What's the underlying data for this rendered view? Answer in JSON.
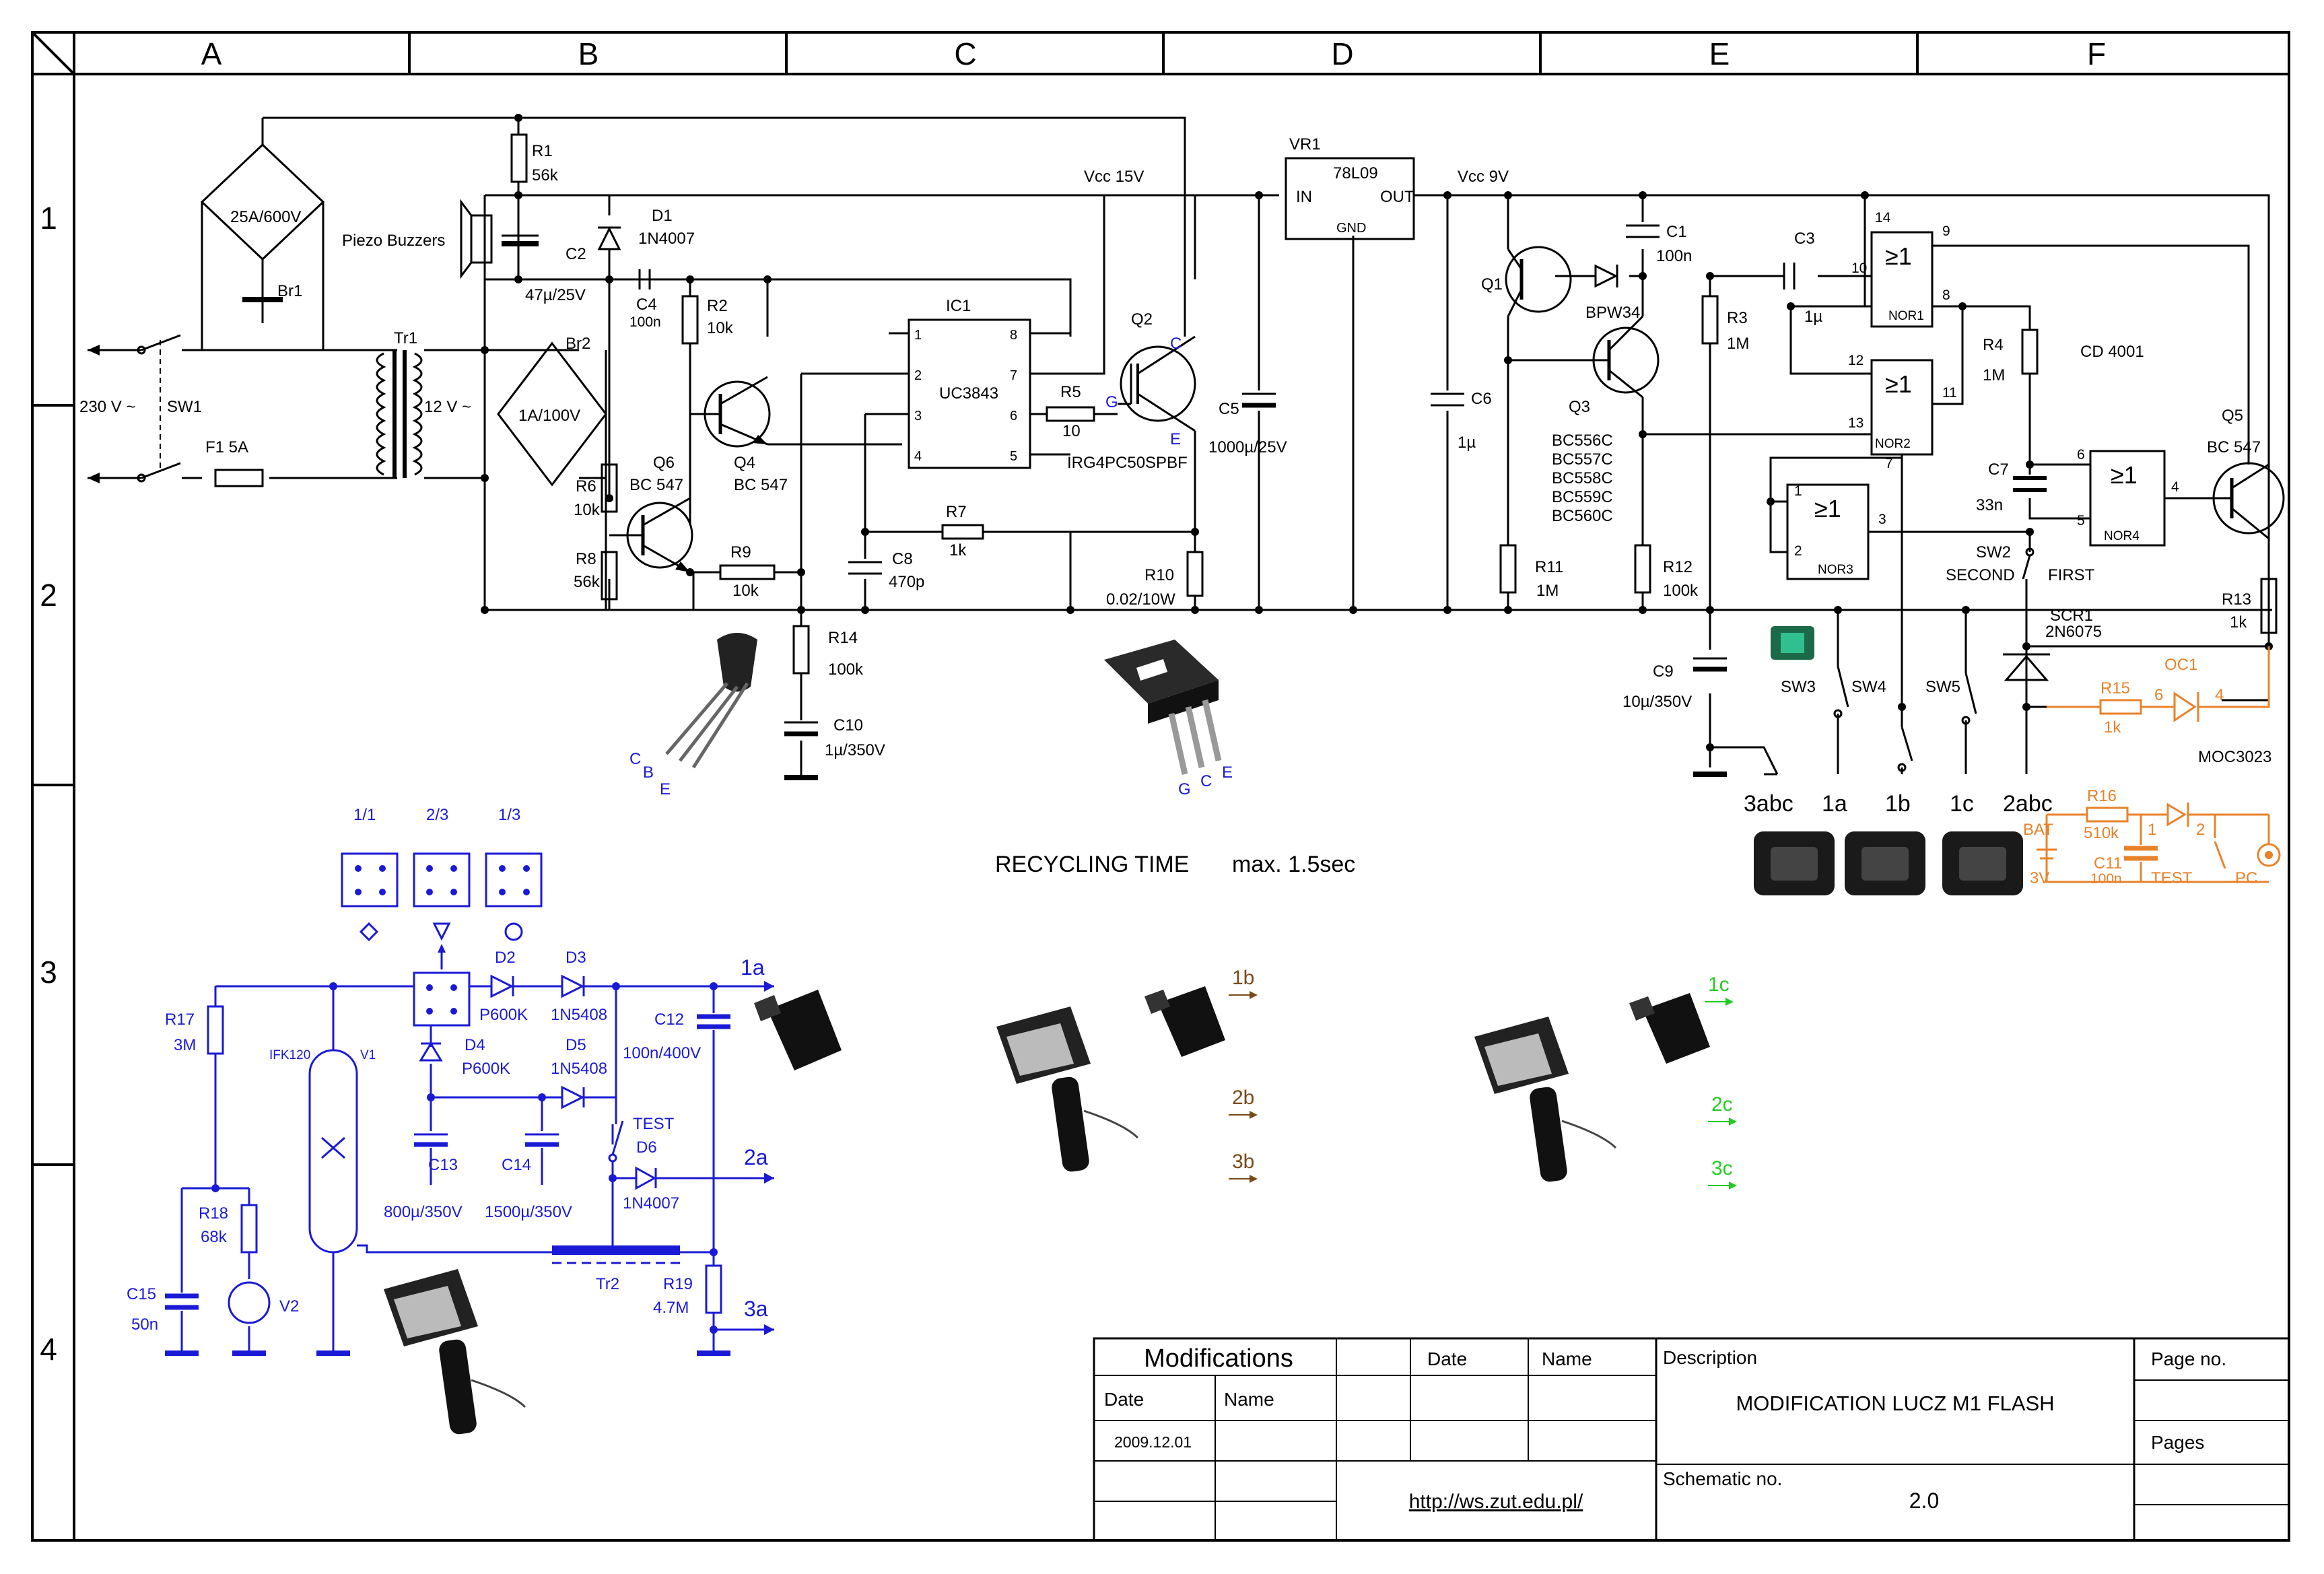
{
  "columns": [
    "A",
    "B",
    "C",
    "D",
    "E",
    "F"
  ],
  "rows": [
    "1",
    "2",
    "3",
    "4"
  ],
  "title_block": {
    "modifications": "Modifications",
    "date_label": "Date",
    "name_label": "Name",
    "date_label_2": "Date",
    "name_label_2": "Name",
    "date_value": "2009.12.01",
    "description_label": "Description",
    "description": "MODIFICATION  LUCZ M1 FLASH",
    "page_no_label": "Page no.",
    "pages_label": "Pages",
    "url": "http://ws.zut.edu.pl/",
    "schematic_no_label": "Schematic no.",
    "schematic_no": "2.0"
  },
  "recycling": {
    "label": "RECYCLING TIME",
    "value": "max. 1.5sec"
  },
  "labels": {
    "r1": "R1",
    "r1v": "56k",
    "piezo": "Piezo Buzzers",
    "c2": "C2",
    "c2v": "47µ/25V",
    "d1": "D1",
    "d1v": "1N4007",
    "vcc15": "Vcc 15V",
    "vr1": "VR1",
    "vr1v": "78L09",
    "in": "IN",
    "out": "OUT",
    "gnd": "GND",
    "vcc9": "Vcc 9V",
    "br1": "Br1",
    "br1v": "25A/600V",
    "tr1": "Tr1",
    "br2": "Br2",
    "br2v": "1A/100V",
    "v230": "230 V ~",
    "v12": "12 V ~",
    "sw1": "SW1",
    "f1": "F1  5A",
    "c4": "C4",
    "c4v": "100n",
    "r2": "R2",
    "r2v": "10k",
    "ic1": "IC1",
    "uc": "UC3843",
    "q2": "Q2",
    "q4": "Q4",
    "q4v": "BC 547",
    "q6": "Q6",
    "q6v": "BC 547",
    "r5": "R5",
    "r5v": "10",
    "igbt": "IRG4PC50SPBF",
    "c5": "C5",
    "c5v": "1000µ/25V",
    "r6": "R6",
    "r6v": "10k",
    "r8": "R8",
    "r8v": "56k",
    "r9": "R9",
    "r9v": "10k",
    "r7": "R7",
    "r7v": "1k",
    "c8": "C8",
    "c8v": "470p",
    "r10": "R10",
    "r10v": "0.02/10W",
    "r14": "R14",
    "r14v": "100k",
    "c10": "C10",
    "c10v": "1µ/350V",
    "c6": "C6",
    "c6v": "1µ",
    "q1": "Q1",
    "c1": "C1",
    "c1v": "100n",
    "bpw": "BPW34",
    "q3": "Q3",
    "q3a": "BC556C",
    "q3b": "BC557C",
    "q3c": "BC558C",
    "q3d": "BC559C",
    "q3e": "BC560C",
    "r11": "R11",
    "r11v": "1M",
    "r12": "R12",
    "r12v": "100k",
    "c3": "C3",
    "c3v": "1µ",
    "r3": "R3",
    "r3v": "1M",
    "nor1": "NOR1",
    "nor2": "NOR2",
    "nor3": "NOR3",
    "nor4": "NOR4",
    "cd": "CD 4001",
    "r4": "R4",
    "r4v": "1M",
    "c7": "C7",
    "c7v": "33n",
    "q5": "Q5",
    "q5v": "BC 547",
    "ge": "≥1",
    "sw2": "SW2",
    "second": "SECOND",
    "first": "FIRST",
    "scr1": "SCR1",
    "scr1v": "2N6075",
    "r13": "R13",
    "r13v": "1k",
    "oc1": "OC1",
    "r15": "R15",
    "r15v": "1k",
    "moc": "MOC3023",
    "c9": "C9",
    "c9v": "10µ/350V",
    "sw3": "SW3",
    "sw4": "SW4",
    "sw5": "SW5",
    "c_b": "C",
    "b_b": "B",
    "e_b": "E",
    "g2": "G",
    "c2l": "C",
    "e2": "E",
    "gp": "G",
    "cp": "C",
    "ep": "E",
    "p14": "14",
    "p9": "9",
    "p10": "10",
    "p8": "8",
    "p12": "12",
    "p11": "11",
    "p13": "13",
    "p7": "7",
    "p6": "6",
    "p5": "5",
    "p4": "4",
    "p1": "1",
    "p2": "2",
    "p3": "3",
    "ic_p1": "1",
    "ic_p2": "2",
    "ic_p3": "3",
    "ic_p4": "4",
    "ic_p5": "5",
    "ic_p6": "6",
    "ic_p7": "7",
    "ic_p8": "8",
    "oc6": "6",
    "oc4": "4"
  },
  "sockets": [
    "3abc",
    "1a",
    "1b",
    "1c",
    "2abc"
  ],
  "orange_circuit": {
    "r16": "R16",
    "r16v": "510k",
    "bat": "BAT",
    "bat_v": "3V",
    "c11": "C11",
    "c11v": "100n",
    "test": "TEST",
    "pc": "PC",
    "pin1": "1",
    "pin2": "2"
  },
  "blue_circuit": {
    "m11": "1/1",
    "m23": "2/3",
    "m13": "1/3",
    "d2": "D2",
    "d2v": "P600K",
    "d3": "D3",
    "d3v": "1N5408",
    "d4": "D4",
    "d4v": "P600K",
    "d5": "D5",
    "d5v": "1N5408",
    "r17": "R17",
    "r17v": "3M",
    "ifk": "IFK120",
    "v1": "V1",
    "c12": "C12",
    "c12v": "100n/400V",
    "test": "TEST",
    "d6": "D6",
    "d6v": "1N4007",
    "c13": "C13",
    "c13v": "800µ/350V",
    "c14": "C14",
    "c14v": "1500µ/350V",
    "r18": "R18",
    "r18v": "68k",
    "c15": "C15",
    "c15v": "50n",
    "v2": "V2",
    "tr2": "Tr2",
    "r19": "R19",
    "r19v": "4.7M",
    "o1a": "1a",
    "o2a": "2a",
    "o3a": "3a"
  },
  "brown_outputs": [
    "1b",
    "2b",
    "3b"
  ],
  "green_outputs": [
    "1c",
    "2c",
    "3c"
  ],
  "colors": {
    "ink": "#000000",
    "blue": "#1a1ad6",
    "orange": "#e8822a",
    "green": "#22cc22",
    "brown": "#7a4a1a"
  }
}
